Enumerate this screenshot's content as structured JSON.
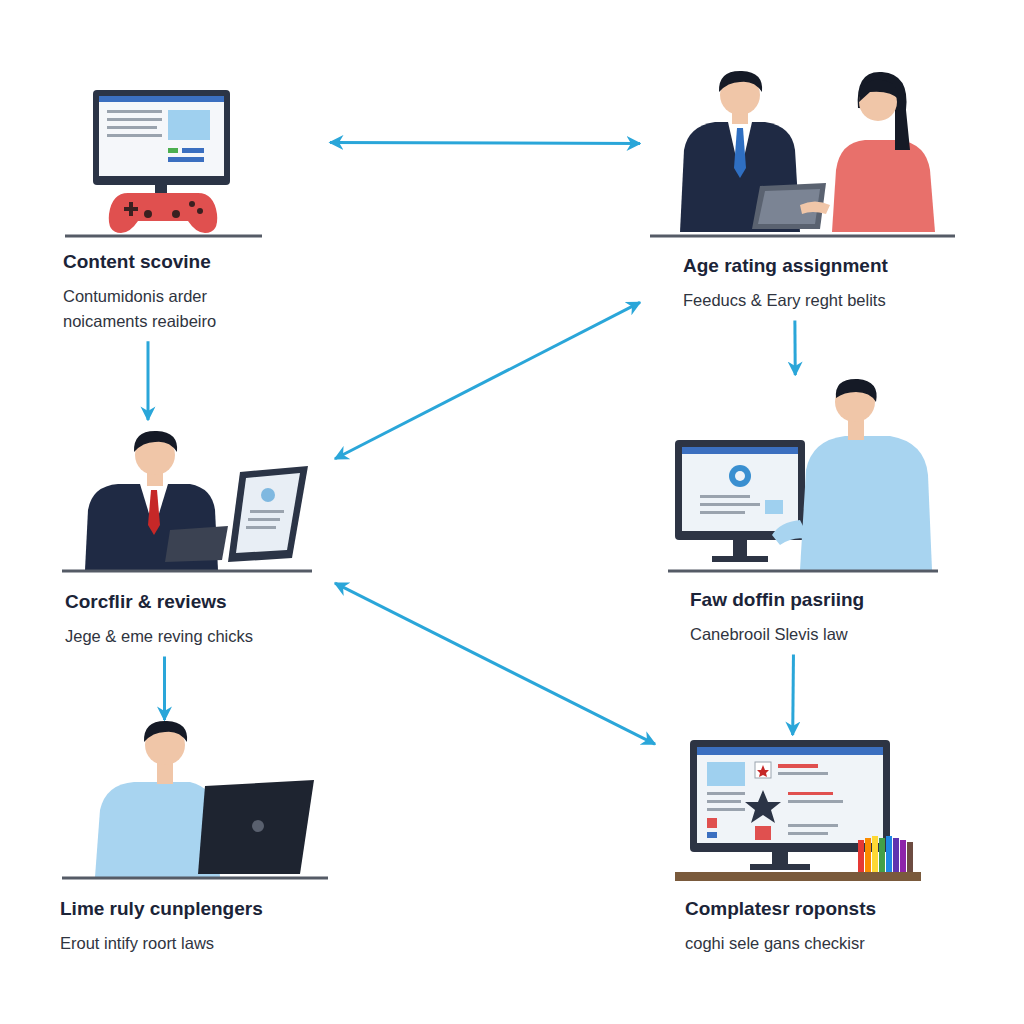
{
  "diagram": {
    "nodes": [
      {
        "text": [
          "Content scovine",
          "Contumidonis arder noicaments reaibeiro"
        ]
      },
      {
        "text": [
          "Age rating assignment",
          "Feeducs & Eary reght belits"
        ]
      },
      {
        "text": [
          "Corcflir & reviews",
          "Jege & eme reving chicks"
        ]
      },
      {
        "text": [
          "Faw doffin pasriing",
          "Canebrooil Slevis law"
        ]
      },
      {
        "text": [
          "Lime ruly cunplengers",
          "Erout intify roort laws"
        ]
      },
      {
        "text": [
          "Complatesr roponsts",
          "coghi sele gans checkisr"
        ]
      }
    ],
    "edges": [
      {
        "from": 0,
        "to": 1,
        "arrow": "both"
      },
      {
        "from": 0,
        "to": 2,
        "arrow": "to"
      },
      {
        "from": 1,
        "to": 2,
        "arrow": "both"
      },
      {
        "from": 1,
        "to": 3,
        "arrow": "to"
      },
      {
        "from": 2,
        "to": 4,
        "arrow": "to"
      },
      {
        "from": 2,
        "to": 5,
        "arrow": "both"
      },
      {
        "from": 3,
        "to": 5,
        "arrow": "to"
      }
    ]
  }
}
